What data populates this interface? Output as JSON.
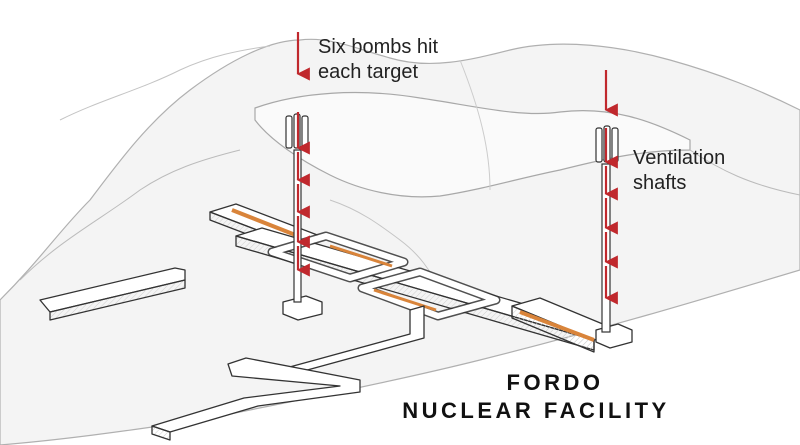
{
  "labels": {
    "bombs": "Six bombs hit\neach target",
    "ventilation": "Ventilation\nshafts"
  },
  "title": {
    "line1": "FORDO",
    "line2": "NUCLEAR FACILITY"
  },
  "colors": {
    "arrow": "#c0282d",
    "tunnel_stripe": "#d9843a",
    "outline": "#333333",
    "terrain_line": "#a8a8a8",
    "terrain_fill": "#f4f4f4"
  },
  "icons": [
    "arrow-down-icon"
  ]
}
